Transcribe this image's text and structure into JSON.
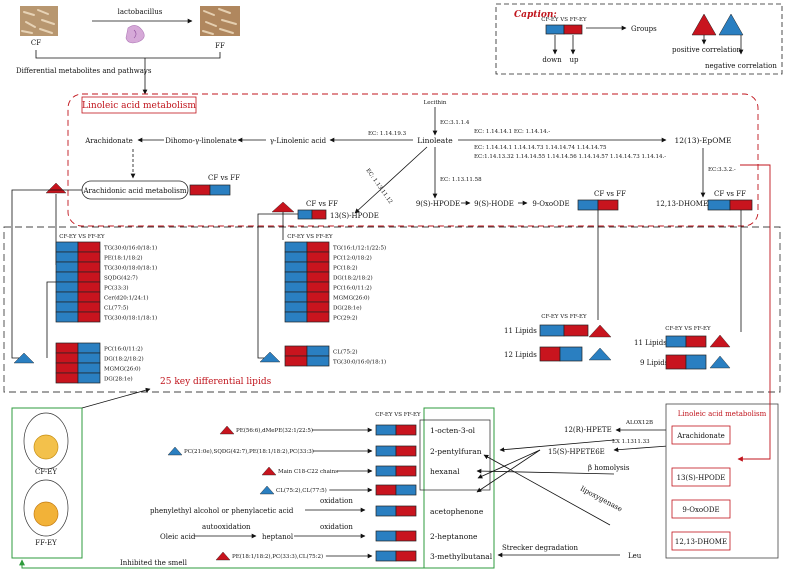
{
  "colors": {
    "red": "#c8141e",
    "blue": "#2a7fc1",
    "dash_red": "#c0141c",
    "green": "#2e9b3c",
    "dark": "#222222"
  },
  "top": {
    "cf": "CF",
    "ff": "FF",
    "lacto": "lactobacillus",
    "diff": "Differential metabolites and pathways"
  },
  "caption": {
    "title": "Caption:",
    "pair": "CF-EY VS FF-EY",
    "groups": "Groups",
    "down": "down",
    "up": "up",
    "pos": "positive correlation",
    "neg": "negative correlation"
  },
  "pathway": {
    "title": "Linoleic acid metabolism",
    "lecithin": "Lecithin",
    "ec_lec": "EC:3.1.1.4",
    "linoleate": "Linoleate",
    "gla": "γ-Linolenic acid",
    "ec_gla": "EC: 1.14.19.3",
    "dgla": "Dihomo-γ-linolenate",
    "arach": "Arachidonate",
    "aam": "Arachidonic acid metabolism",
    "ec_hpode": "EC: 1.13.11.12",
    "hpode13": "13(S)-HPODE",
    "ec_9": "EC: 1.13.11.58",
    "hpode9": "9(S)-HPODE",
    "hode9": "9(S)-HODE",
    "oxo9": "9-OxoODE",
    "ec_ep1": "EC:  1.14.14.1  EC:  1.14.14.-",
    "ec_ep2": "EC:  1.14.14.1 1.14.14.73 1.14.14.74 1.14.14.75",
    "ec_ep3": "EC:1.14.13.32  1.14.14.55  1.14.14.56  1.14.14.57  1.14.14.73  1.14.14.-",
    "epome": "12(13)-EpOME",
    "ec_dh": "EC:3.3.2.-",
    "dhome": "12,13-DHOME"
  },
  "lbl": {
    "cfvsff": "CF vs FF",
    "cfey": "CF-EY VS FF-EY",
    "key": "25 key differential lipids",
    "l11": "11 Lipids",
    "l12": "12 Lipids",
    "l9": "9 Lipids"
  },
  "lipids": {
    "g1": [
      "TG(30:0/16:0/18:1)",
      "PE(18:1/18:2)",
      "TG(30:0/18:0/18:1)",
      "SQDG(42:7)",
      "PC(33:3)",
      "Cer(d20:1/24:1)",
      "CL(77:5)",
      "TG(30:0/18:1/18:1)"
    ],
    "g2": [
      "PC(16:0/11:2)",
      "DG(18:2/18:2)",
      "MGMG(26:0)",
      "DG(28:1e)"
    ],
    "g3": [
      "TG(16:1/12:1/22:5)",
      "PC(12:0/18:2)",
      "PC(18:2)",
      "DG(18:2/18:2)",
      "PC(16:0/11:2)",
      "MGMG(26:0)",
      "DG(28:1e)",
      "PC(29:2)"
    ],
    "g4": [
      "CL(75:2)",
      "TG(30:0/16:0/18:1)"
    ]
  },
  "bottom": {
    "cfey": "CF-EY",
    "ffey": "FF-EY",
    "inhibit": "Inhibited the smell",
    "r1": "PE(56:6),dMePE(32:1/22:5)",
    "r2": "PC(21:0e),SQDG(42:7),PE(18:1/18:2),PC(33:3)",
    "r3": "Main C18-C22 chains",
    "r4": "CL(75:2),CL(77:5)",
    "r5": "PE(18:1/18:2),PC(33:3),CL(75:2)",
    "v1": "1-octen-3-ol",
    "v2": "2-pentylfuran",
    "v3": "hexanal",
    "v4": "acetophenone",
    "v5": "2-heptanone",
    "v6": "3-methylbutanal",
    "phen": "phenylethyl alcohol or phenylacetic acid",
    "oxid": "oxidation",
    "oleic": "Oleic acid",
    "autox": "autooxidation",
    "hept": "heptanol",
    "hpete12": "12(R)-HPETE",
    "hpete15": "15(S)-HPETE6E",
    "alox": "ALOX12B",
    "ex": "EX 1.1311.33",
    "bhom": "β homolysis",
    "lipox": "lipoxygenase",
    "strecker": "Strecker degradation",
    "leu": "Leu",
    "rb_title": "Linoleic acid metabolism",
    "rb_arach": "Arachidonate",
    "rb_13": "13(S)-HPODE",
    "rb_9": "9-OxoODE",
    "rb_dh": "12,13-DHOME"
  }
}
